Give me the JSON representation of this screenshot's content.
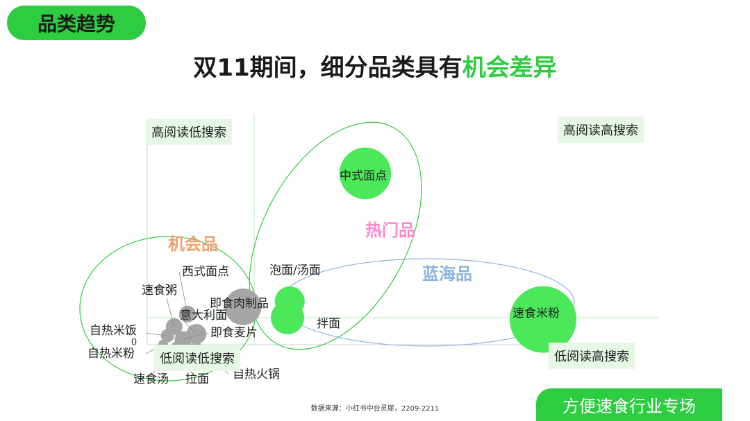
{
  "header": {
    "tag": "品类趋势",
    "title_prefix": "双11期间，细分品类具有",
    "title_highlight": "机会差异"
  },
  "colors": {
    "brand_green": "#2ecc40",
    "quadrant_bg": "#e6f7e6",
    "opportunity": "#f0a070",
    "hot": "#ff88c8",
    "blue_ocean": "#8ab4e0",
    "bubble_gray": "#a6a6a6",
    "bubble_green": "#4be85a"
  },
  "chart_data": {
    "type": "scatter",
    "xlabel": "",
    "ylabel": "",
    "quadrants": {
      "top_left": "高阅读低搜索",
      "top_right": "高阅读高搜索",
      "bottom_left": "低阅读低搜索",
      "bottom_right": "低阅读高搜索"
    },
    "groups": [
      {
        "name": "机会品",
        "members": [
          "西式面点",
          "速食粥",
          "意大利面",
          "即食麦片",
          "自热米饭",
          "自热米粉",
          "速食汤",
          "拉面",
          "自热火锅"
        ]
      },
      {
        "name": "热门品",
        "members": [
          "中式面点",
          "泡面/汤面",
          "拌面"
        ]
      },
      {
        "name": "蓝海品",
        "members": [
          "速食米粉",
          "泡面/汤面",
          "拌面"
        ]
      }
    ],
    "points": [
      {
        "name": "中式面点",
        "x": 5.0,
        "y": 8.0,
        "r": 3.1
      },
      {
        "name": "速食米粉",
        "x": 13.0,
        "y": -0.1,
        "r": 4.0
      },
      {
        "name": "泡面/汤面",
        "x": 1.6,
        "y": 0.9,
        "r": 1.8
      },
      {
        "name": "拌面",
        "x": 1.5,
        "y": 0.0,
        "r": 2.0
      },
      {
        "name": "即食肉制品",
        "x": -0.5,
        "y": 0.6,
        "r": 2.2
      },
      {
        "name": "西式面点",
        "x": -3.0,
        "y": 0.2,
        "r": 1.0
      },
      {
        "name": "速食粥",
        "x": -3.6,
        "y": -0.5,
        "r": 1.0
      },
      {
        "name": "意大利面",
        "x": -2.6,
        "y": -0.9,
        "r": 1.2
      },
      {
        "name": "即食麦片",
        "x": -3.2,
        "y": -1.2,
        "r": 1.0
      },
      {
        "name": "自热米饭",
        "x": -3.9,
        "y": -1.0,
        "r": 0.8
      },
      {
        "name": "自热米粉",
        "x": -4.1,
        "y": -1.5,
        "r": 0.6
      },
      {
        "name": "速食汤",
        "x": -3.5,
        "y": -1.6,
        "r": 0.6
      },
      {
        "name": "拉面",
        "x": -3.0,
        "y": -1.6,
        "r": 0.6
      },
      {
        "name": "自热火锅",
        "x": -2.6,
        "y": -1.6,
        "r": 0.6
      }
    ],
    "extra_tick": "0"
  },
  "footer": {
    "source": "数据来源：小红书中台灵犀，2209-2211",
    "tag": "方便速食行业专场"
  }
}
